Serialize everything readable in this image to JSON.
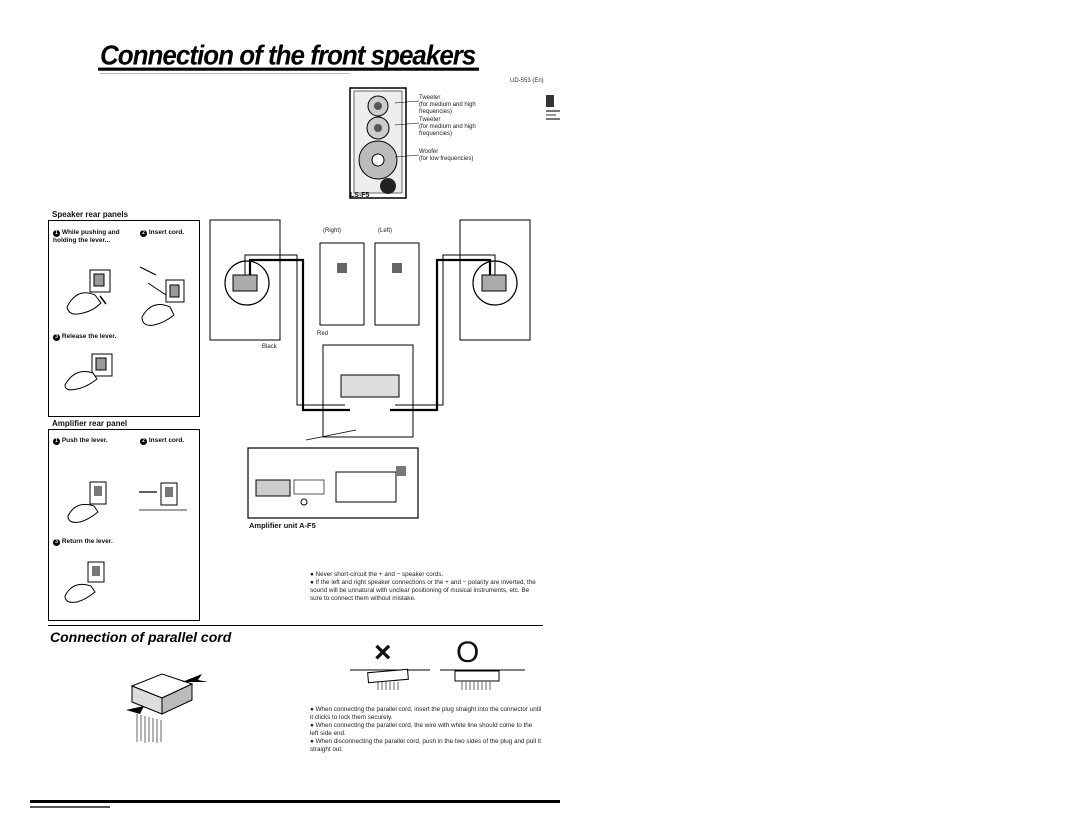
{
  "page": {
    "title": "Connection of the front speakers",
    "model_code": "UD-553 (En)"
  },
  "speaker": {
    "model": "LS-F5",
    "callouts": [
      {
        "name": "Tweeter",
        "desc": "(for medium and high frequencies)"
      },
      {
        "name": "Tweeter",
        "desc": "(for medium and high frequencies)"
      },
      {
        "name": "Woofer",
        "desc": "(for low frequencies)"
      }
    ]
  },
  "speaker_rear_panels": {
    "heading": "Speaker rear panels",
    "steps": [
      {
        "num": "1",
        "text": "While pushing and holding the lever..."
      },
      {
        "num": "2",
        "text": "Insert cord."
      },
      {
        "num": "3",
        "text": "Release the lever."
      }
    ]
  },
  "amplifier_rear_panel": {
    "heading": "Amplifier rear panel",
    "steps": [
      {
        "num": "1",
        "text": "Push the lever."
      },
      {
        "num": "2",
        "text": "Insert cord."
      },
      {
        "num": "3",
        "text": "Return the lever."
      }
    ]
  },
  "diagram": {
    "right_label": "(Right)",
    "left_label": "(Left)",
    "red_label": "Red",
    "black_label": "Black",
    "amplifier_label": "Amplifier unit A-F5"
  },
  "notes_front": [
    "Never short-circuit the + and − speaker cords.",
    "If the left and right speaker connections or the + and − polarity are inverted, the sound will be unnatural with unclear positioning of musical instruments, etc. Be sure to connect them without mistake."
  ],
  "parallel": {
    "heading": "Connection of parallel cord",
    "wrong_mark": "×",
    "right_mark": "O",
    "notes": [
      "When connecting the parallel cord, insert the plug straight into the connector until it clicks to lock them securely.",
      "When connecting the parallel cord, the wire with white line should come to the left side end.",
      "When disconnecting the parallel cord, push in the two sides of the plug and pull it straight out."
    ]
  }
}
